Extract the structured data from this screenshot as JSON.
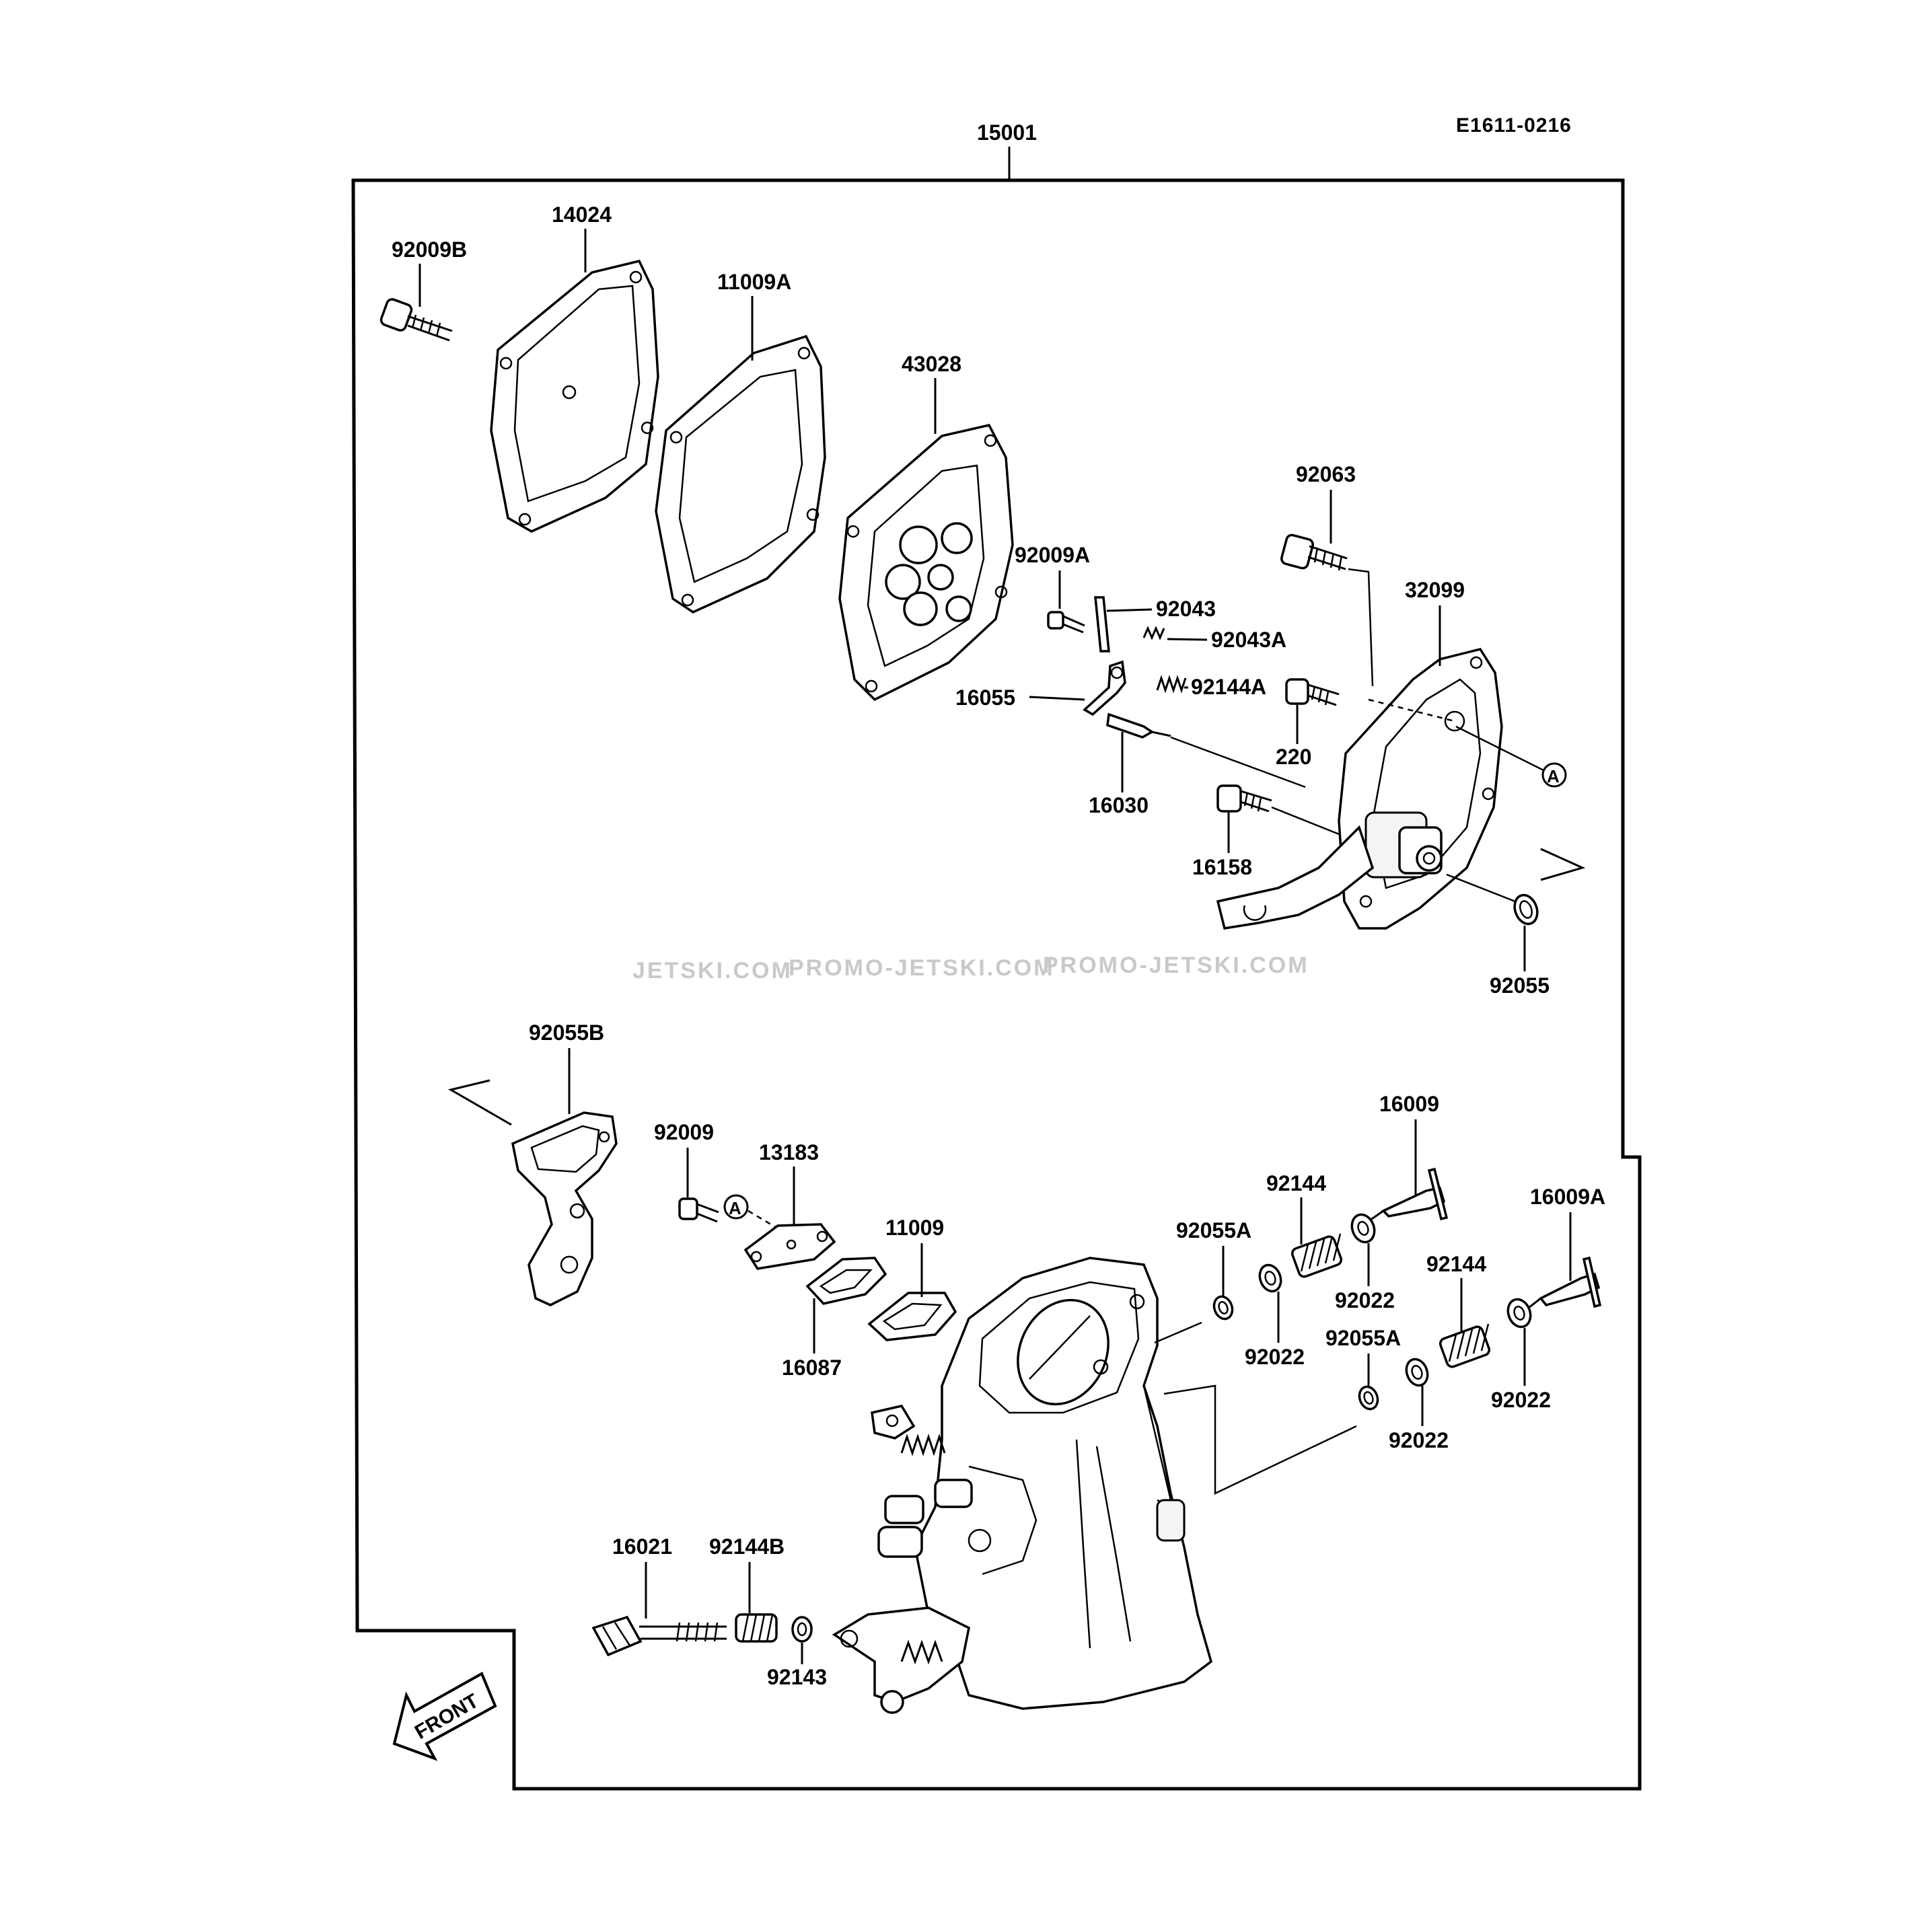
{
  "header": {
    "code": "E1611-0216",
    "assembly_number": "15001"
  },
  "watermark": {
    "line1": "JETSKI.COM",
    "line2": "PROMO-JETSKI.COM",
    "line3": "PROMO-JETSKI.COM"
  },
  "front_indicator": "FRONT",
  "ref_marker": "A",
  "parts": {
    "p92009B": "92009B",
    "p14024": "14024",
    "p11009A": "11009A",
    "p43028": "43028",
    "p92063": "92063",
    "p32099": "32099",
    "p92009A": "92009A",
    "p92043": "92043",
    "p92043A": "92043A",
    "p16055": "16055",
    "p92144A": "92144A",
    "p220": "220",
    "p16030": "16030",
    "p16158": "16158",
    "p92055": "92055",
    "p92055B": "92055B",
    "p92009": "92009",
    "p13183": "13183",
    "p11009": "11009",
    "p16087": "16087",
    "p16009": "16009",
    "p92144_1": "92144",
    "p92055A_1": "92055A",
    "p92022_1": "92022",
    "p92022_2": "92022",
    "p16009A": "16009A",
    "p92144_2": "92144",
    "p92055A_2": "92055A",
    "p92022_3": "92022",
    "p92022_4": "92022",
    "p16021": "16021",
    "p92144B": "92144B",
    "p92143": "92143"
  }
}
